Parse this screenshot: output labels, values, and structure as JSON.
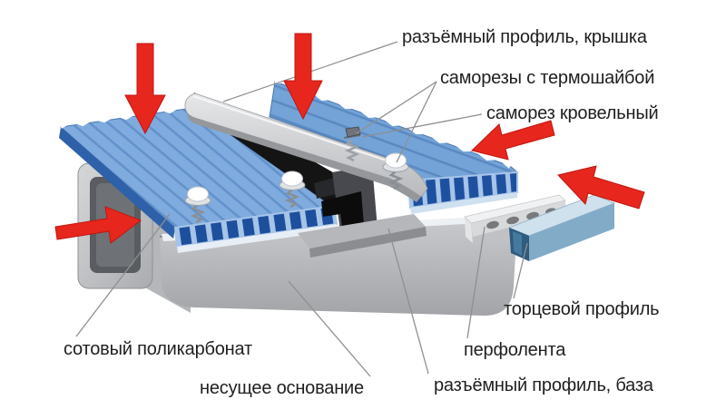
{
  "figure": {
    "title": "polycarbonate mounting diagram",
    "labels": {
      "cover": "разъёмный профиль, крышка",
      "thermo_screws": "саморезы с термошайбой",
      "roof_screw": "саморез кровельный",
      "end_profile": "торцевой профиль",
      "sheet": "сотовый поликарбонат",
      "perfo_tape": "перфолента",
      "base_support": "несущее основание",
      "base_profile": "разъёмный профиль, база"
    },
    "colors": {
      "arrow_red": "#e7261d",
      "sheet_blue": "#7fabdf",
      "sheet_edge_blue": "#2e61a9",
      "cell_dark_blue": "#1d4f9c",
      "cover_gray": "#c7c8cb",
      "metal_dark": "#47494e",
      "support_gray": "#b4b6b9",
      "end_profile_blue": "#82abc8",
      "perfo_white": "#eceded",
      "leader_line_gray": "#8f8f8f"
    }
  }
}
